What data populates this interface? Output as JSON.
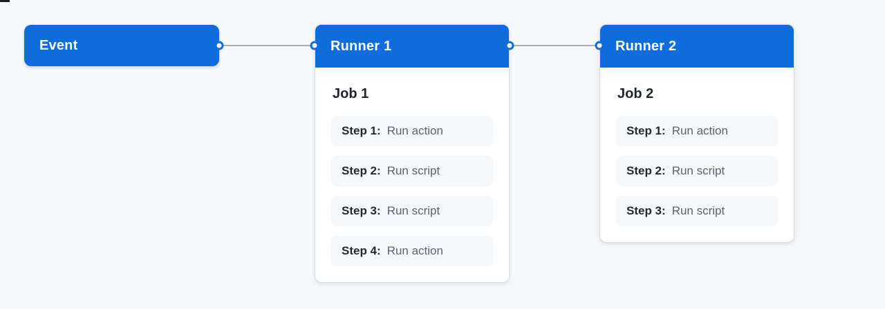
{
  "colors": {
    "accent_blue": "#0f6cdc",
    "canvas_background": "#f6f8fa",
    "card_background": "#ffffff",
    "card_border": "#d7dde3",
    "step_background": "#f6f8fa",
    "connector_gray": "#a6acb2",
    "text_primary": "#1f2328",
    "text_muted": "#59636e",
    "header_text": "#ffffff"
  },
  "diagram": {
    "event": {
      "label": "Event"
    },
    "runners": [
      {
        "title": "Runner 1",
        "job": {
          "title": "Job 1",
          "steps": [
            {
              "label": "Step 1:",
              "text": "Run action"
            },
            {
              "label": "Step 2:",
              "text": "Run script"
            },
            {
              "label": "Step 3:",
              "text": "Run script"
            },
            {
              "label": "Step 4:",
              "text": "Run action"
            }
          ]
        }
      },
      {
        "title": "Runner 2",
        "job": {
          "title": "Job 2",
          "steps": [
            {
              "label": "Step 1:",
              "text": "Run action"
            },
            {
              "label": "Step 2:",
              "text": "Run script"
            },
            {
              "label": "Step 3:",
              "text": "Run script"
            }
          ]
        }
      }
    ]
  }
}
